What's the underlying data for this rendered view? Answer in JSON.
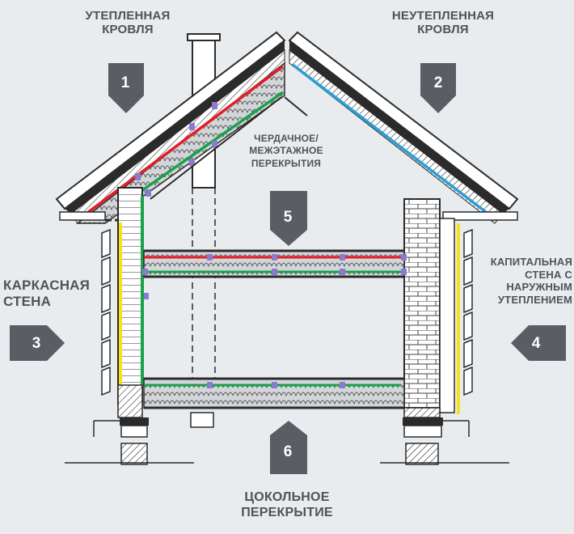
{
  "labels": {
    "insulated_roof": "Утепленная\nкровля",
    "uninsulated_roof": "Неутепленная\nкровля",
    "frame_wall": "Каркасная\nстена",
    "masonry_wall": "Капитальная\nстена с\nнаружным\nутеплением",
    "attic_floor": "Чердачное/\nмежэтажное\nперекрытия",
    "basement_floor": "Цокольное\nперекрытие"
  },
  "markers": {
    "m1": "1",
    "m2": "2",
    "m3": "3",
    "m4": "4",
    "m5": "5",
    "m6": "6"
  },
  "colors": {
    "background": "#e9ecee",
    "marker": "#5a5d63",
    "outline": "#2b2b2b",
    "vapor_barrier_red": "#e21e26",
    "membrane_green": "#19a14b",
    "membrane_blue": "#2a9fd6",
    "wind_barrier_yellow": "#f4e21b",
    "tape_purple": "#8c7ad0",
    "insulation_fill": "#cfd3d6"
  }
}
